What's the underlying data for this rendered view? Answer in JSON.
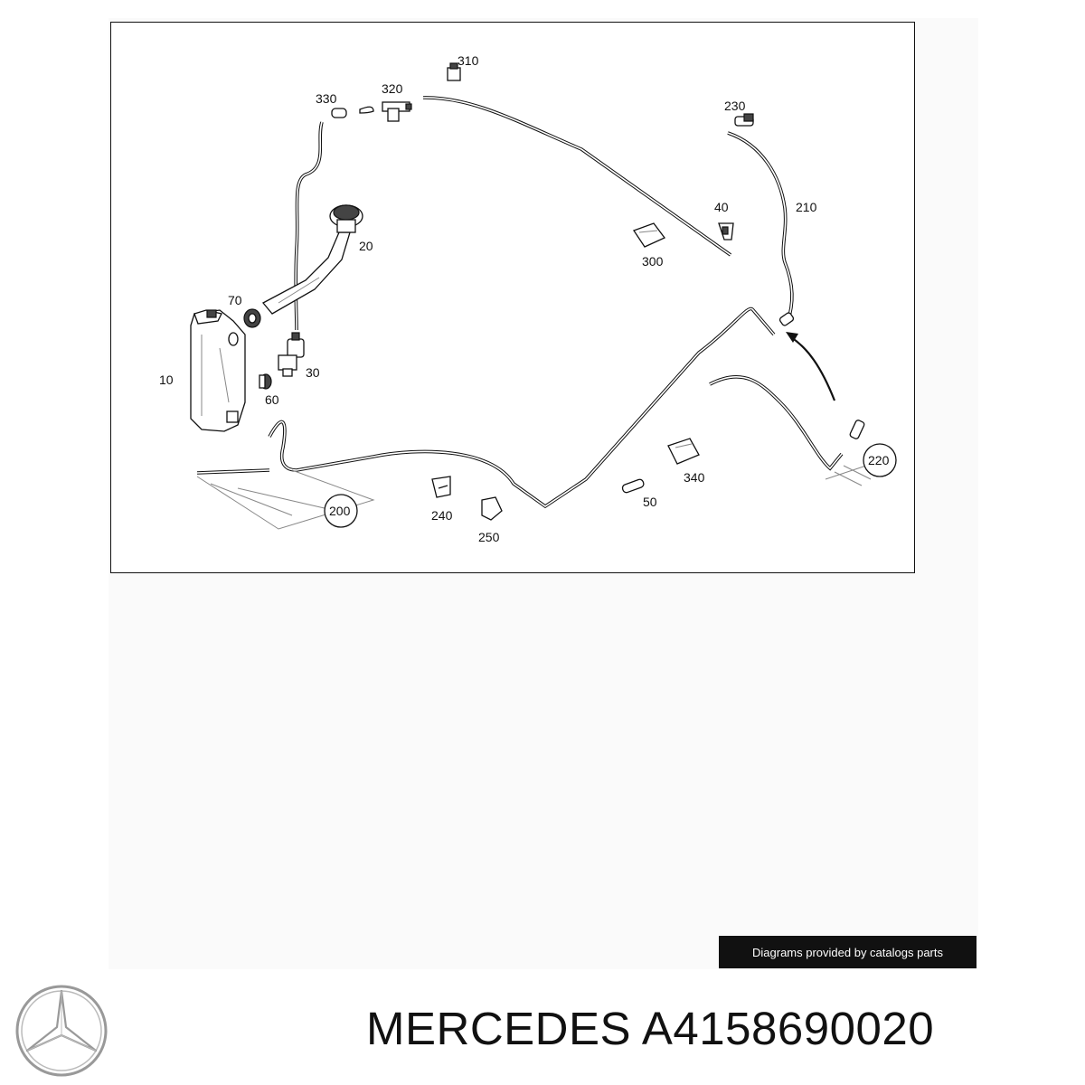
{
  "diagram": {
    "part_labels": [
      {
        "id": "10",
        "text": "10"
      },
      {
        "id": "20",
        "text": "20"
      },
      {
        "id": "30",
        "text": "30"
      },
      {
        "id": "40",
        "text": "40"
      },
      {
        "id": "50",
        "text": "50"
      },
      {
        "id": "60",
        "text": "60"
      },
      {
        "id": "70",
        "text": "70"
      },
      {
        "id": "200",
        "text": "200"
      },
      {
        "id": "210",
        "text": "210"
      },
      {
        "id": "220",
        "text": "220"
      },
      {
        "id": "230",
        "text": "230"
      },
      {
        "id": "240",
        "text": "240"
      },
      {
        "id": "250",
        "text": "250"
      },
      {
        "id": "300",
        "text": "300"
      },
      {
        "id": "310",
        "text": "310"
      },
      {
        "id": "320",
        "text": "320"
      },
      {
        "id": "330",
        "text": "330"
      },
      {
        "id": "340",
        "text": "340"
      }
    ]
  },
  "credit_text": "Diagrams provided by catalogs parts",
  "brand": "MERCEDES",
  "part_number": "A4158690020",
  "brand_logo": "mercedes-star-logo",
  "colors": {
    "ink": "#111111",
    "credit_bg": "#111111",
    "credit_text": "#ffffff",
    "logo": "#999999"
  }
}
